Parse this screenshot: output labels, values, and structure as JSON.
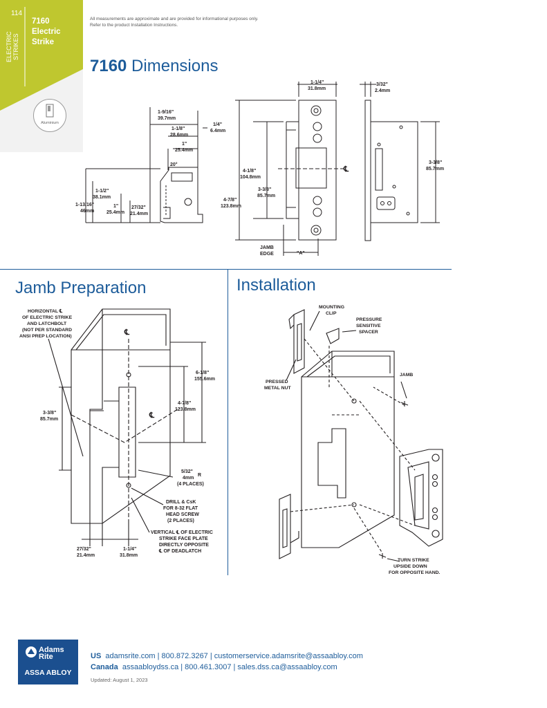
{
  "header": {
    "page_number": "114",
    "category": [
      "ELECTRIC",
      "STRIKES"
    ],
    "product_title": [
      "7160",
      "Electric",
      "Strike"
    ],
    "material_badge": "Aluminium",
    "disclaimer": [
      "All measurements are approximate and are provided for informational purposes only.",
      "Refer to the product Installation Instructions."
    ],
    "colors": {
      "accent_green": "#bfc72f",
      "brand_blue": "#1d5c9a"
    }
  },
  "dimensions": {
    "title_bold": "7160",
    "title_rest": " Dimensions",
    "side_view": {
      "top_width": [
        "1-9/16\"",
        "39.7mm"
      ],
      "mid_width": [
        "1-1/8\"",
        "28.6mm"
      ],
      "inner_width": [
        "1\"",
        "25.4mm"
      ],
      "lip": [
        "1/4\"",
        "6.4mm"
      ],
      "angle": "20°",
      "h1": [
        "1-1/2\"",
        "38.1mm"
      ],
      "h_total": [
        "1-13/16\"",
        "46mm"
      ],
      "h2": [
        "1\"",
        "25.4mm"
      ],
      "h3": [
        "27/32\"",
        "21.4mm"
      ]
    },
    "front_view": {
      "width": [
        "1-1/4\"",
        "31.8mm"
      ],
      "h_outer": [
        "4-1/8\"",
        "104.8mm"
      ],
      "h_inner": [
        "3-3/8\"",
        "85.7mm"
      ],
      "h_total": [
        "4-7/8\"",
        "123.8mm"
      ],
      "centerline": "℄",
      "jamb_edge": [
        "JAMB",
        "EDGE"
      ],
      "a_label": "\"A\""
    },
    "back_view": {
      "thickness": [
        "3/32\"",
        "2.4mm"
      ],
      "height": [
        "3-3/8\"",
        "85.7mm"
      ]
    }
  },
  "jamb_prep": {
    "title": "Jamb Preparation",
    "horizontal_note": [
      "HORIZONTAL ℄",
      "OF ELECTRIC STRIKE",
      "AND LATCHBOLT",
      "(NOT PER STANDARD",
      "ANSI PREP LOCATION)"
    ],
    "left_dim": [
      "3-3/8\"",
      "85.7mm"
    ],
    "dim_outer": [
      "6-1/8\"",
      "155.6mm"
    ],
    "dim_inner": [
      "4-7/8\"",
      "123.8mm"
    ],
    "radius": [
      "5/32\"",
      "4mm",
      "R",
      "(4 PLACES)"
    ],
    "drill_note": [
      "DRILL & CsK",
      "FOR 8-32 FLAT",
      "HEAD SCREW",
      "(2 PLACES)"
    ],
    "vertical_note": [
      "VERTICAL ℄ OF ELECTRIC",
      "STRIKE FACE PLATE",
      "DIRECTLY OPPOSITE",
      "℄ OF DEADLATCH"
    ],
    "bottom_left": [
      "27/32\"",
      "21.4mm"
    ],
    "bottom_right": [
      "1-1/4\"",
      "31.8mm"
    ],
    "centerline": "℄"
  },
  "installation": {
    "title": "Installation",
    "mounting_clip": [
      "MOUNTING",
      "CLIP"
    ],
    "spacer": [
      "PRESSURE",
      "SENSITIVE",
      "SPACER"
    ],
    "metal_nut": [
      "PRESSED",
      "METAL NUT"
    ],
    "jamb": "JAMB",
    "turn_note": [
      "TURN STRIKE",
      "UPSIDE DOWN",
      "FOR OPPOSITE HAND."
    ]
  },
  "footer": {
    "brand_top": [
      "Adams",
      "Rite"
    ],
    "brand_bottom": "ASSA ABLOY",
    "us_label": "US",
    "us_contact": "adamsrite.com | 800.872.3267 | customerservice.adamsrite@assaabloy.com",
    "ca_label": "Canada",
    "ca_contact": "assaabloydss.ca | 800.461.3007 | sales.dss.ca@assaabloy.com",
    "updated": "Updated: August 1, 2023"
  }
}
